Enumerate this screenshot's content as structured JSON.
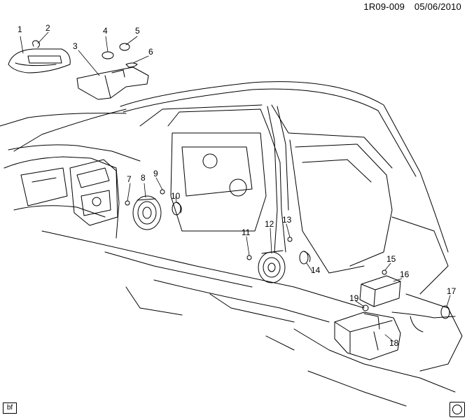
{
  "header": {
    "code": "1R09-009",
    "date": "05/06/2010"
  },
  "footer": {
    "tag": "bf"
  },
  "callouts": [
    "1",
    "2",
    "3",
    "4",
    "5",
    "6",
    "7",
    "8",
    "9",
    "10",
    "11",
    "12",
    "13",
    "14",
    "15",
    "16",
    "17",
    "18",
    "19"
  ]
}
